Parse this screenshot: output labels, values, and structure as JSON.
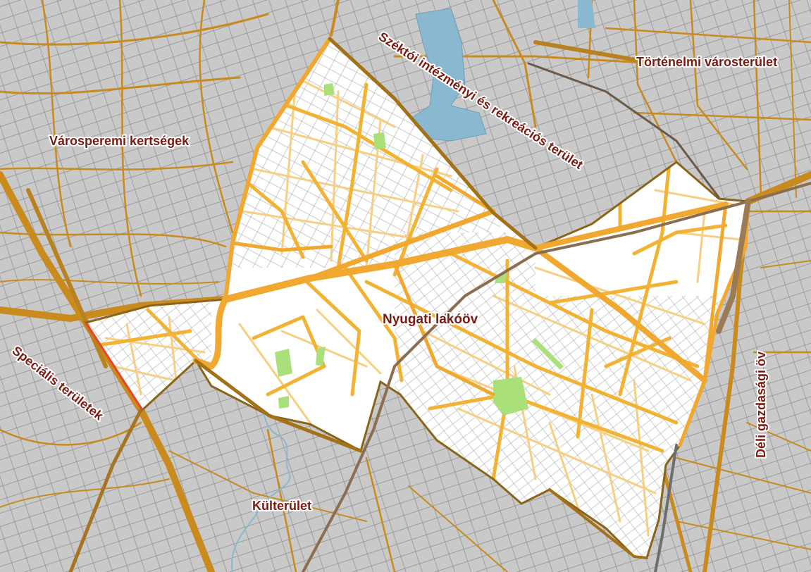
{
  "map": {
    "labels": {
      "nyugati": "Nyugati lakóöv",
      "varosperemi": "Városperemi kertségek",
      "szektoi": "Széktói intézményi és rekreációs terület",
      "tortenelmi": "Történelmi városterület",
      "deli": "Déli gazdasági öv",
      "specialis": "Speciális területek",
      "kulterulet": "Külterület"
    },
    "colors": {
      "background": "#c8c8c8",
      "focus_area_fill": "#ffffff",
      "main_road": "#c98a1e",
      "local_street": "#f2b233",
      "minor_street": "#f7cf83",
      "parcel_line": "#8a8a8a",
      "railway": "#8b6d4f",
      "water": "#8ab8d0",
      "park": "#a9e07a",
      "boundary_highlight": "#e8452a",
      "label_text": "#7a1b12"
    }
  }
}
